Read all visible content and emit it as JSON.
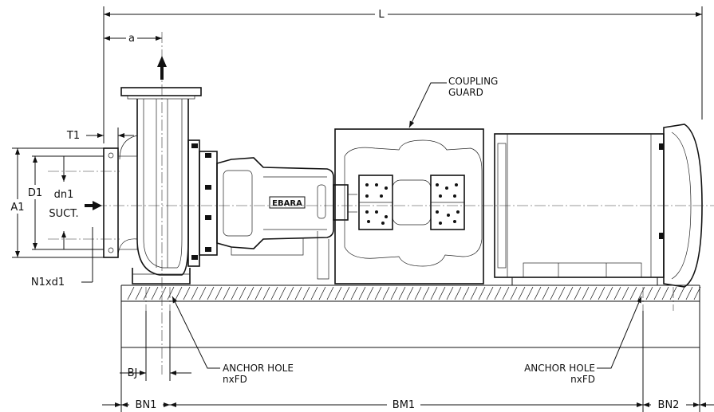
{
  "dimensions": {
    "L": "L",
    "a": "a",
    "T1": "T1",
    "D1": "D1",
    "dn1": "dn1",
    "suct": "SUCT.",
    "A1": "A1",
    "N1xd1": "N1xd1",
    "BJ": "BJ",
    "BN1": "BN1",
    "BM1": "BM1",
    "BN2": "BN2"
  },
  "callouts": {
    "coupling_guard_line1": "COUPLING",
    "coupling_guard_line2": "GUARD",
    "anchor_hole_left_line1": "ANCHOR HOLE",
    "anchor_hole_left_line2": "nxFD",
    "anchor_hole_right_line1": "ANCHOR HOLE",
    "anchor_hole_right_line2": "nxFD"
  },
  "brand": {
    "logo_text": "EBARA"
  }
}
